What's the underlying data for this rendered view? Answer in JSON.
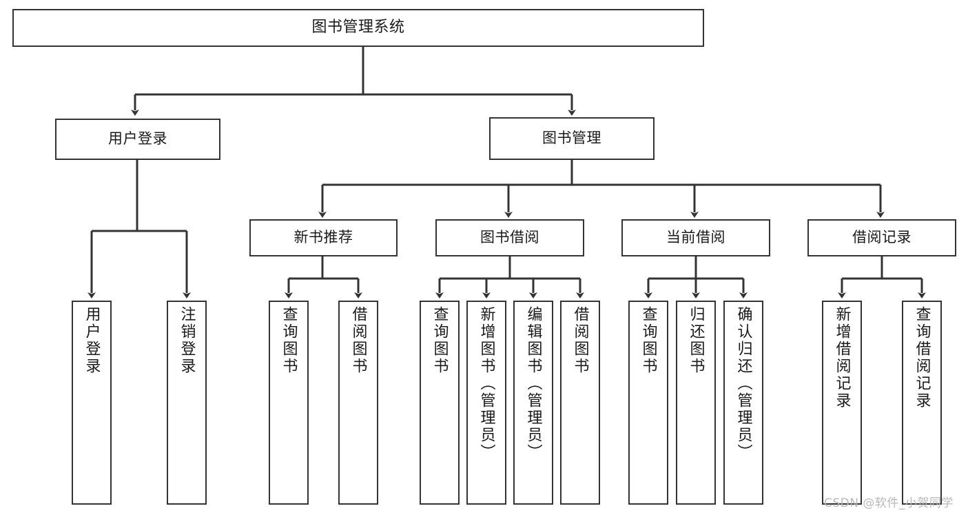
{
  "diagram": {
    "title": "图书管理系统",
    "watermark": "CSDN @软件_小贺同学",
    "line_color": "#333333",
    "box_border_color": "#333333",
    "box_fill_color": "#ffffff",
    "text_color": "#1a1a1a",
    "watermark_color": "#b8b8b8"
  },
  "nodes": {
    "root": {
      "label": "图书管理系统"
    },
    "level1": [
      {
        "label": "用户登录"
      },
      {
        "label": "图书管理"
      }
    ],
    "level2": [
      {
        "label": "新书推荐"
      },
      {
        "label": "图书借阅"
      },
      {
        "label": "当前借阅"
      },
      {
        "label": "借阅记录"
      }
    ],
    "leaves": {
      "user_login": [
        {
          "label": "用户登录"
        },
        {
          "label": "注销登录"
        }
      ],
      "new_book": [
        {
          "label": "查询图书"
        },
        {
          "label": "借阅图书"
        }
      ],
      "book_borrow": [
        {
          "label": "查询图书"
        },
        {
          "label": "新增图书（管理员）"
        },
        {
          "label": "编辑图书（管理员）"
        },
        {
          "label": "借阅图书"
        }
      ],
      "current_borrow": [
        {
          "label": "查询图书"
        },
        {
          "label": "归还图书"
        },
        {
          "label": "确认归还（管理员）"
        }
      ],
      "borrow_record": [
        {
          "label": "新增借阅记录"
        },
        {
          "label": "查询借阅记录"
        }
      ]
    }
  },
  "chart_data": {
    "type": "tree",
    "title": "图书管理系统",
    "orientation": "top-down",
    "tree": {
      "name": "图书管理系统",
      "children": [
        {
          "name": "用户登录",
          "children": [
            {
              "name": "用户登录"
            },
            {
              "name": "注销登录"
            }
          ]
        },
        {
          "name": "图书管理",
          "children": [
            {
              "name": "新书推荐",
              "children": [
                {
                  "name": "查询图书"
                },
                {
                  "name": "借阅图书"
                }
              ]
            },
            {
              "name": "图书借阅",
              "children": [
                {
                  "name": "查询图书"
                },
                {
                  "name": "新增图书（管理员）"
                },
                {
                  "name": "编辑图书（管理员）"
                },
                {
                  "name": "借阅图书"
                }
              ]
            },
            {
              "name": "当前借阅",
              "children": [
                {
                  "name": "查询图书"
                },
                {
                  "name": "归还图书"
                },
                {
                  "name": "确认归还（管理员）"
                }
              ]
            },
            {
              "name": "借阅记录",
              "children": [
                {
                  "name": "新增借阅记录"
                },
                {
                  "name": "查询借阅记录"
                }
              ]
            }
          ]
        }
      ]
    }
  }
}
